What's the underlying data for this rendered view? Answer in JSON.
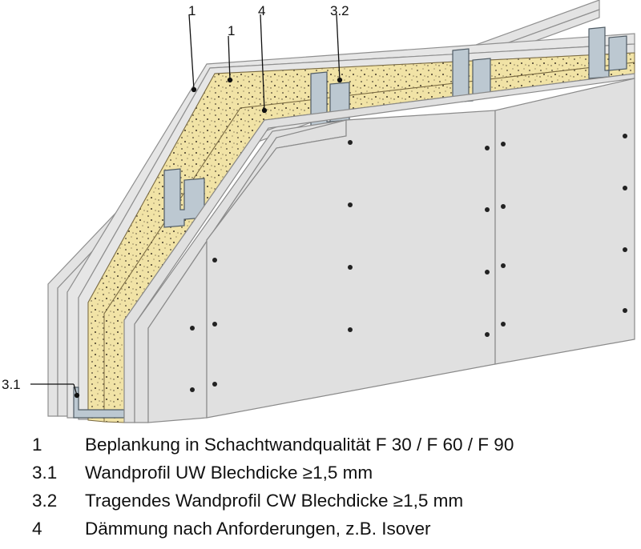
{
  "callouts": {
    "c1_outer": "1",
    "c1_inner": "1",
    "c4": "4",
    "c32": "3.2",
    "c31": "3.1"
  },
  "legend": [
    {
      "key": "1",
      "text": "Beplankung in Schachtwandqualität F 30 / F 60 / F 90"
    },
    {
      "key": "3.1",
      "text": "Wandprofil UW Blechdicke  ≥1,5 mm"
    },
    {
      "key": "3.2",
      "text": "Tragendes Wandprofil CW Blechdicke  ≥1,5 mm"
    },
    {
      "key": "4",
      "text": "Dämmung nach Anforderungen, z.B. Isover"
    }
  ],
  "colors": {
    "board": "#e3e3e3",
    "board_edge": "#9a9a9a",
    "insulation": "#f1e3a6",
    "metal": "#bcc8d1",
    "line": "#333333"
  }
}
